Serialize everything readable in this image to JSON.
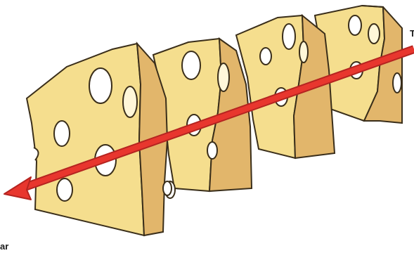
{
  "figure": {
    "type": "swiss-cheese-model",
    "slice_count": 4,
    "arrow_direction": "right-to-left",
    "colors": {
      "cheese_face": "#F5DE8E",
      "cheese_side": "#E2B66B",
      "cheese_outline": "#3A2E1A",
      "hole_fill": "#FFFFFF",
      "arrow_red": "#E8362E",
      "arrow_outline": "#B52420"
    }
  },
  "edge_text": {
    "bottom_left": "ar",
    "top_right": "T"
  }
}
